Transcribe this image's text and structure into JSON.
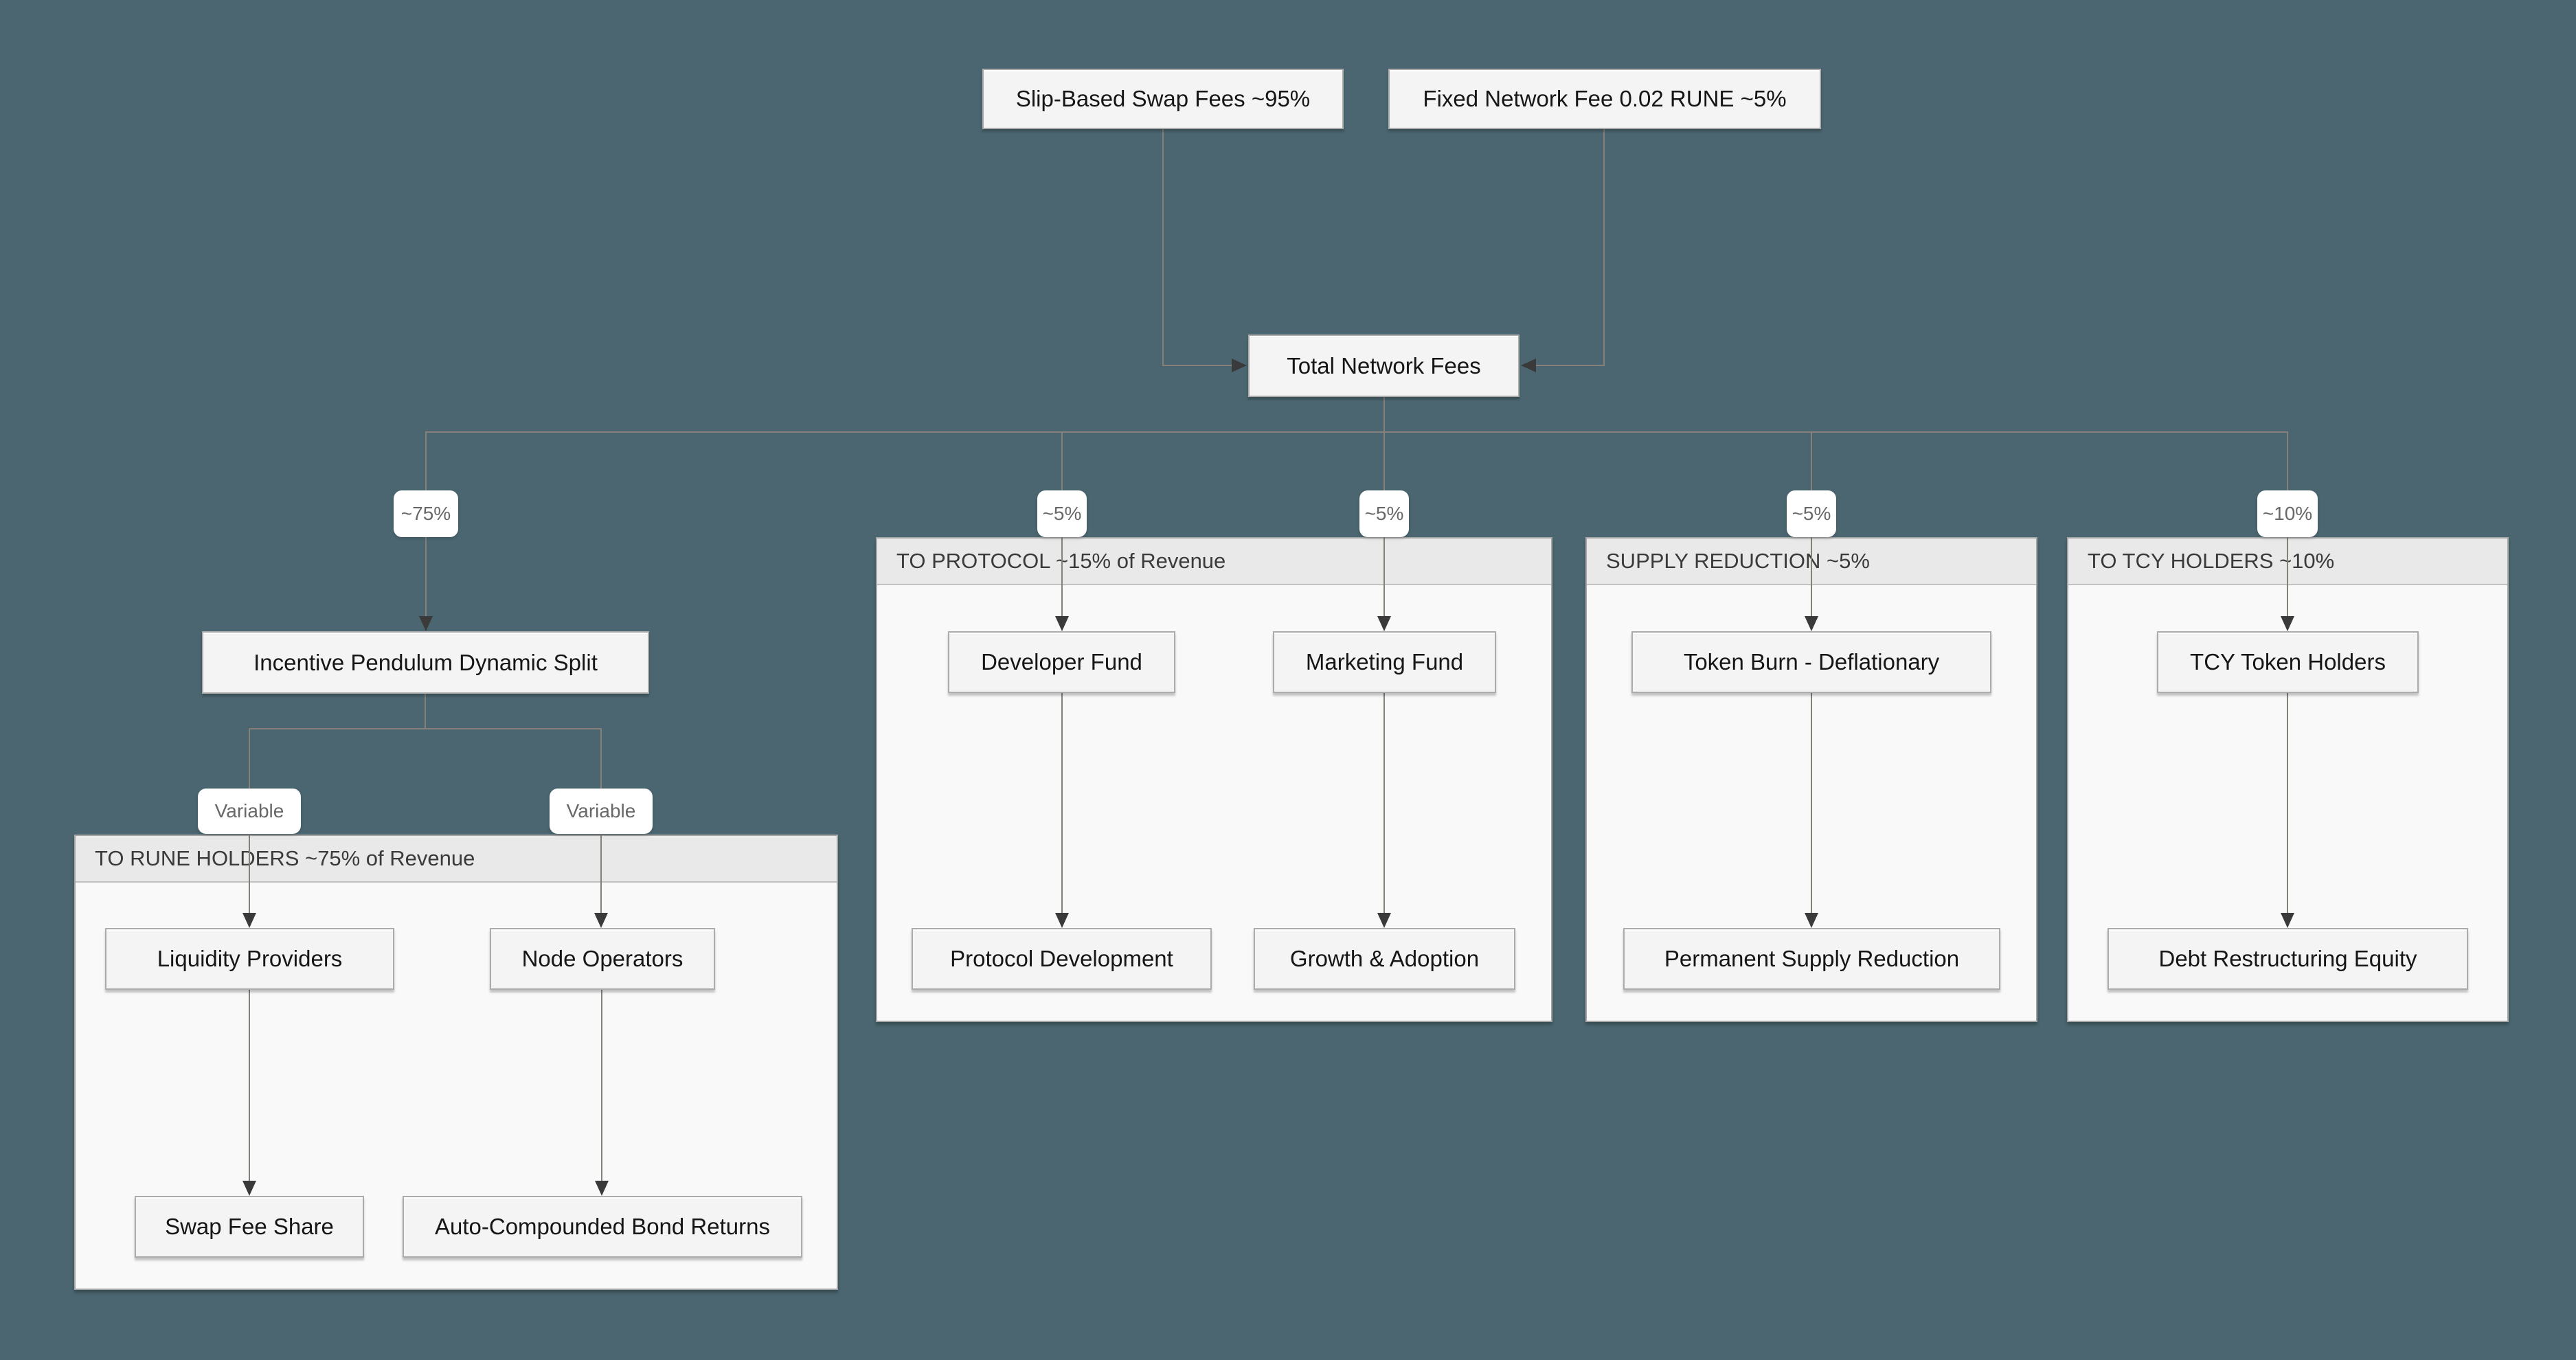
{
  "diagram": {
    "type": "flowchart",
    "colors": {
      "background": "#4b6670",
      "node_fill": "#f4f4f4",
      "node_border": "#acacac",
      "subgraph_fill": "#f9f9f9",
      "subgraph_header_fill": "#e9e9e9",
      "edge_line": "#85807a",
      "arrowhead": "#3a3a3a",
      "edge_label_text": "#686868"
    },
    "nodes": {
      "slip_fees": "Slip-Based Swap Fees ~95%",
      "fixed_fee": "Fixed Network Fee 0.02 RUNE ~5%",
      "total_fees": "Total Network Fees",
      "incentive_pendulum": "Incentive Pendulum Dynamic Split",
      "liquidity_providers": "Liquidity Providers",
      "node_operators": "Node Operators",
      "swap_fee_share": "Swap Fee Share",
      "auto_bond_returns": "Auto-Compounded Bond Returns",
      "developer_fund": "Developer Fund",
      "marketing_fund": "Marketing Fund",
      "protocol_development": "Protocol Development",
      "growth_adoption": "Growth & Adoption",
      "token_burn": "Token Burn - Deflationary",
      "permanent_supply_reduction": "Permanent Supply Reduction",
      "tcy_token_holders": "TCY Token Holders",
      "debt_restructuring_equity": "Debt Restructuring Equity"
    },
    "subgraphs": {
      "rune_holders": "TO RUNE HOLDERS ~75% of Revenue",
      "protocol": "TO PROTOCOL ~15% of Revenue",
      "supply_reduction": "SUPPLY REDUCTION ~5%",
      "tcy_holders": "TO TCY HOLDERS ~10%"
    },
    "edge_labels": {
      "to_rune_holders": "~75%",
      "to_developer_fund": "~5%",
      "to_marketing_fund": "~5%",
      "to_token_burn": "~5%",
      "to_tcy_holders": "~10%",
      "variable_left": "Variable",
      "variable_right": "Variable"
    }
  }
}
